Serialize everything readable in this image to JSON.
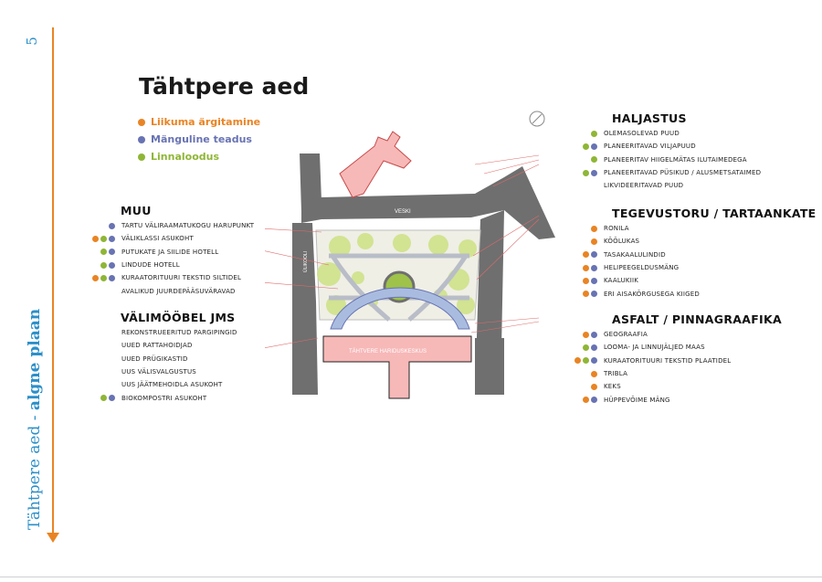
{
  "page_number": "5",
  "side_title": {
    "normal": "Tähtpere aed - ",
    "bold": "algne plaan"
  },
  "title": "Tähtpere aed",
  "colors": {
    "orange": "#e98424",
    "blue": "#6873b3",
    "green": "#8fb636",
    "accent_blue": "#2b8fc9"
  },
  "legend": [
    {
      "label": "Liikuma ärgitamine",
      "color": "#e98424"
    },
    {
      "label": "Mänguline teadus",
      "color": "#6873b3"
    },
    {
      "label": "Linnaloodus",
      "color": "#8fb636"
    }
  ],
  "sections": {
    "muu": {
      "title": "MUU",
      "items": [
        {
          "label": "TARTU VÄLIRAAMATUKOGU HARUPUNKT",
          "dots": [
            "blue"
          ]
        },
        {
          "label": "VÄLIKLASSI ASUKOHT",
          "dots": [
            "orange",
            "green",
            "blue"
          ]
        },
        {
          "label": "PUTUKATE JA SIILIDE HOTELL",
          "dots": [
            "green",
            "blue"
          ]
        },
        {
          "label": "LINDUDE HOTELL",
          "dots": [
            "green",
            "blue"
          ]
        },
        {
          "label": "KURAATORITUURI TEKSTID SILTIDEL",
          "dots": [
            "orange",
            "green",
            "blue"
          ]
        },
        {
          "label": "AVALIKUD JUURDEPÄÄSUVÄRAVAD",
          "dots": []
        }
      ]
    },
    "valimoobel": {
      "title": "VÄLIMÖÖBEL JMS",
      "items": [
        {
          "label": "REKONSTRUEERITUD PARGIPINGID",
          "dots": []
        },
        {
          "label": "UUED RATTAHOIDJAD",
          "dots": []
        },
        {
          "label": "UUED PRÜGIKASTID",
          "dots": []
        },
        {
          "label": "UUS VÄLISVALGUSTUS",
          "dots": []
        },
        {
          "label": "UUS JÄÄTMEHOIDLA ASUKOHT",
          "dots": []
        },
        {
          "label": "BIOKOMPOSTRI ASUKOHT",
          "dots": [
            "green",
            "blue"
          ]
        }
      ]
    },
    "haljastus": {
      "title": "HALJASTUS",
      "items": [
        {
          "label": "OLEMASOLEVAD PUUD",
          "dots": [
            "green"
          ]
        },
        {
          "label": "PLANEERITAVAD VILJAPUUD",
          "dots": [
            "green",
            "blue"
          ]
        },
        {
          "label": "PLANEERITAV HIIGELMÄTAS ILUTAIMEDEGA",
          "dots": [
            "green"
          ]
        },
        {
          "label": "PLANEERITAVAD PÜSIKUD / ALUSMETSATAIMED",
          "dots": [
            "green",
            "blue"
          ]
        },
        {
          "label": "LIKVIDEERITAVAD PUUD",
          "dots": []
        }
      ]
    },
    "tegevustoru": {
      "title": "TEGEVUSTORU / TARTAANKATE",
      "items": [
        {
          "label": "RONILA",
          "dots": [
            "orange"
          ]
        },
        {
          "label": "KÕÕLUKAS",
          "dots": [
            "orange"
          ]
        },
        {
          "label": "TASAKAALULINDID",
          "dots": [
            "orange",
            "blue"
          ]
        },
        {
          "label": "HELIPEEGELDUSMÄNG",
          "dots": [
            "orange",
            "blue"
          ]
        },
        {
          "label": "KAALUKIIK",
          "dots": [
            "orange",
            "blue"
          ]
        },
        {
          "label": "ERI AISAKÕRGUSEGA KIIGED",
          "dots": [
            "orange",
            "blue"
          ]
        }
      ]
    },
    "asfalt": {
      "title": "ASFALT / PINNAGRAAFIKA",
      "items": [
        {
          "label": "GEOGRAAFIA",
          "dots": [
            "orange",
            "blue"
          ]
        },
        {
          "label": "LOOMA- JA LINNUJÄLJED MAAS",
          "dots": [
            "green",
            "blue"
          ]
        },
        {
          "label": "KURAATORITUURI TEKSTID PLAATIDEL",
          "dots": [
            "orange",
            "green",
            "blue"
          ]
        },
        {
          "label": "TRIBLA",
          "dots": [
            "orange"
          ]
        },
        {
          "label": "KEKS",
          "dots": [
            "orange"
          ]
        },
        {
          "label": "HÜPPEVÕIME MÄNG",
          "dots": [
            "orange",
            "blue"
          ]
        }
      ]
    }
  },
  "map_labels": {
    "street_top": "VESKI",
    "street_left": "ÜLIKOOLI",
    "building_bottom": "TÄHTVERE HARIDUSKESKUS"
  }
}
